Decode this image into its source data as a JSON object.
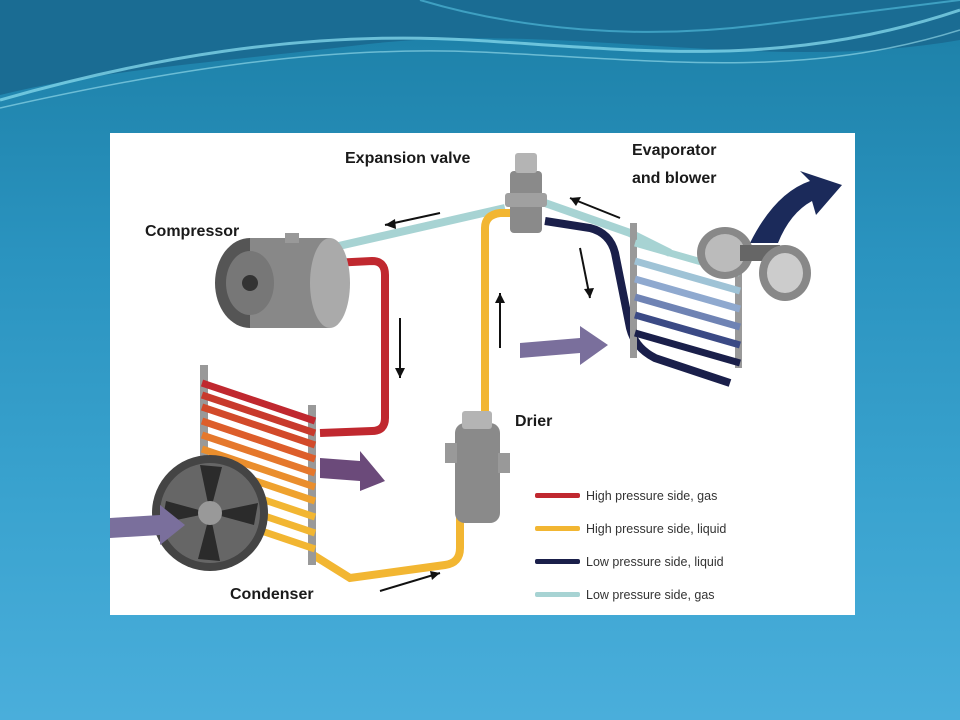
{
  "diagram": {
    "labels": {
      "expansion_valve": "Expansion valve",
      "evaporator": "Evaporator",
      "evaporator_line2": "and blower",
      "compressor": "Compressor",
      "drier": "Drier",
      "condenser": "Condenser"
    },
    "legend": [
      {
        "label": "High pressure side, gas",
        "color": "#c0282f"
      },
      {
        "label": "High pressure side, liquid",
        "color": "#f2b632"
      },
      {
        "label": "Low pressure side, liquid",
        "color": "#1a1f4a"
      },
      {
        "label": "Low pressure side, gas",
        "color": "#a7d3d3"
      }
    ]
  }
}
